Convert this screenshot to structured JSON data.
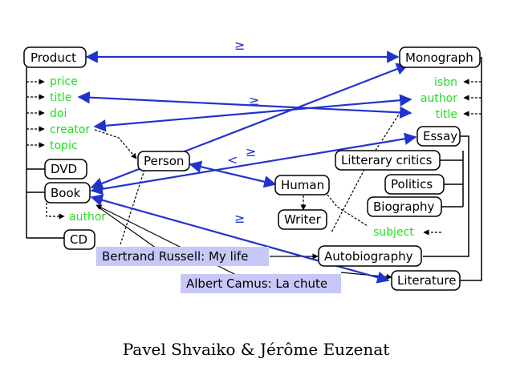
{
  "left_ontology": {
    "product": "Product",
    "attributes": [
      "price",
      "title",
      "doi",
      "creator",
      "topic"
    ],
    "dvd": "DVD",
    "book": "Book",
    "book_attribute": "author",
    "cd": "CD",
    "person": "Person"
  },
  "right_ontology": {
    "monograph": "Monograph",
    "attributes": [
      "isbn",
      "author",
      "title"
    ],
    "essay": "Essay",
    "litterary_critics": "Litterary critics",
    "politics": "Politics",
    "biography": "Biography",
    "human": "Human",
    "writer": "Writer",
    "subject": "subject",
    "autobiography": "Autobiography",
    "literature": "Literature"
  },
  "instances": {
    "russell": "Bertrand Russell: My life",
    "camus": "Albert Camus: La chute"
  },
  "relations": {
    "product_monograph": "≥",
    "title_author": "≥",
    "person_human_lt": "<",
    "person_human_ge": "≥",
    "book_literature": "≥"
  },
  "colors": {
    "correspondence": "#2233cc",
    "attribute": "#22dd22",
    "instance_fill": "#c8c8f8"
  },
  "caption": "Pavel Shvaiko & Jérôme Euzenat"
}
